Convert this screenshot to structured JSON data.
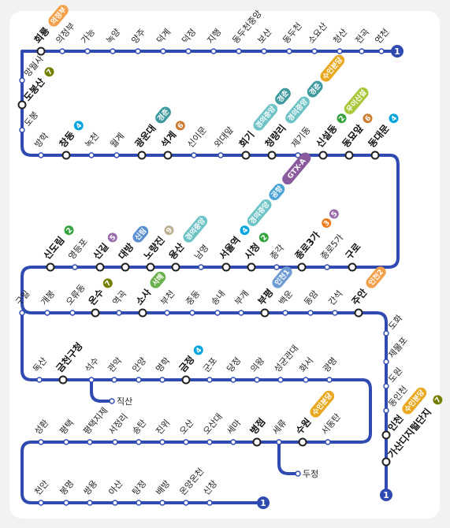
{
  "colors": {
    "line1": "#2f4ab1",
    "suin": "#e8a820",
    "gyeongchun": "#3f9aa0",
    "gyeongui": "#6ec3c6",
    "airport": "#4aa3d6",
    "gtxa": "#8a5a9e",
    "ui": "#a8c83a",
    "sinlim": "#5b8fd0",
    "incheon2": "#f2a14a",
    "seohae": "#6ab04c",
    "incheon1": "#6f9bd3",
    "l1": "#2f4ab1",
    "l2": "#33a23d",
    "l3": "#ef7c1c",
    "l4": "#00a5de",
    "l5": "#996cac",
    "l6": "#cd7c2f",
    "l7": "#747f00",
    "l9": "#bdb092"
  },
  "terminals": [
    {
      "label": "1"
    },
    {
      "label": "1"
    },
    {
      "label": "1"
    }
  ],
  "stations": [
    {
      "name": "회룡",
      "major": true,
      "badges": [
        {
          "text": "의정부",
          "color": "incheon2"
        }
      ]
    },
    {
      "name": "의정부",
      "major": false,
      "badges": []
    },
    {
      "name": "가능",
      "major": false,
      "badges": []
    },
    {
      "name": "녹양",
      "major": false,
      "badges": []
    },
    {
      "name": "양주",
      "major": false,
      "badges": []
    },
    {
      "name": "덕계",
      "major": false,
      "badges": []
    },
    {
      "name": "덕정",
      "major": false,
      "badges": []
    },
    {
      "name": "지행",
      "major": false,
      "badges": []
    },
    {
      "name": "동두천중앙",
      "major": false,
      "badges": []
    },
    {
      "name": "보산",
      "major": false,
      "badges": []
    },
    {
      "name": "동두천",
      "major": false,
      "badges": []
    },
    {
      "name": "소요산",
      "major": false,
      "badges": []
    },
    {
      "name": "청산",
      "major": false,
      "badges": []
    },
    {
      "name": "전곡",
      "major": false,
      "badges": []
    },
    {
      "name": "연천",
      "major": false,
      "badges": []
    },
    {
      "name": "망월사",
      "major": false,
      "badges": []
    },
    {
      "name": "도봉산",
      "major": true,
      "badges": [
        {
          "text": "7",
          "color": "l7",
          "circle": true
        }
      ]
    },
    {
      "name": "도봉",
      "major": false,
      "badges": []
    },
    {
      "name": "방학",
      "major": false,
      "badges": []
    },
    {
      "name": "창동",
      "major": true,
      "badges": [
        {
          "text": "4",
          "color": "l4",
          "circle": true
        }
      ]
    },
    {
      "name": "녹천",
      "major": false,
      "badges": []
    },
    {
      "name": "월계",
      "major": false,
      "badges": []
    },
    {
      "name": "광운대",
      "major": true,
      "badges": [
        {
          "text": "경춘",
          "color": "gyeongchun"
        }
      ]
    },
    {
      "name": "석계",
      "major": true,
      "badges": [
        {
          "text": "6",
          "color": "l6",
          "circle": true
        }
      ]
    },
    {
      "name": "신이문",
      "major": false,
      "badges": []
    },
    {
      "name": "외대앞",
      "major": false,
      "badges": []
    },
    {
      "name": "회기",
      "major": true,
      "badges": [
        {
          "text": "경의중앙",
          "color": "gyeongui"
        },
        {
          "text": "경춘",
          "color": "gyeongchun"
        }
      ]
    },
    {
      "name": "청량리",
      "major": true,
      "badges": [
        {
          "text": "경의중앙",
          "color": "gyeongui"
        },
        {
          "text": "경춘",
          "color": "gyeongchun"
        },
        {
          "text": "수인분당",
          "color": "suin"
        }
      ]
    },
    {
      "name": "제기동",
      "major": false,
      "badges": []
    },
    {
      "name": "신설동",
      "major": true,
      "badges": [
        {
          "text": "2",
          "color": "l2",
          "circle": true
        },
        {
          "text": "우이신설",
          "color": "ui"
        }
      ]
    },
    {
      "name": "동묘앞",
      "major": true,
      "badges": [
        {
          "text": "6",
          "color": "l6",
          "circle": true
        }
      ]
    },
    {
      "name": "동대문",
      "major": true,
      "badges": [
        {
          "text": "4",
          "color": "l4",
          "circle": true
        }
      ]
    },
    {
      "name": "신도림",
      "major": true,
      "badges": [
        {
          "text": "2",
          "color": "l2",
          "circle": true
        }
      ]
    },
    {
      "name": "영등포",
      "major": false,
      "badges": []
    },
    {
      "name": "신길",
      "major": true,
      "badges": [
        {
          "text": "5",
          "color": "l5",
          "circle": true
        }
      ]
    },
    {
      "name": "대방",
      "major": true,
      "badges": [
        {
          "text": "신림",
          "color": "sinlim"
        }
      ]
    },
    {
      "name": "노량진",
      "major": true,
      "badges": [
        {
          "text": "9",
          "color": "l9",
          "circle": true
        }
      ]
    },
    {
      "name": "용산",
      "major": true,
      "badges": [
        {
          "text": "경의중앙",
          "color": "gyeongui"
        }
      ]
    },
    {
      "name": "남영",
      "major": false,
      "badges": []
    },
    {
      "name": "서울역",
      "major": true,
      "badges": [
        {
          "text": "4",
          "color": "l4",
          "circle": true
        },
        {
          "text": "경의중앙",
          "color": "gyeongui"
        },
        {
          "text": "공항",
          "color": "airport"
        },
        {
          "text": "GTX-A",
          "color": "gtxa"
        }
      ]
    },
    {
      "name": "시청",
      "major": true,
      "badges": [
        {
          "text": "2",
          "color": "l2",
          "circle": true
        }
      ]
    },
    {
      "name": "종각",
      "major": false,
      "badges": []
    },
    {
      "name": "종로3가",
      "major": true,
      "badges": [
        {
          "text": "3",
          "color": "l3",
          "circle": true
        },
        {
          "text": "5",
          "color": "l5",
          "circle": true
        }
      ]
    },
    {
      "name": "종로5가",
      "major": false,
      "badges": []
    },
    {
      "name": "구로",
      "major": true,
      "badges": []
    },
    {
      "name": "구일",
      "major": false,
      "badges": []
    },
    {
      "name": "개봉",
      "major": false,
      "badges": []
    },
    {
      "name": "오류동",
      "major": false,
      "badges": []
    },
    {
      "name": "온수",
      "major": true,
      "badges": [
        {
          "text": "7",
          "color": "l7",
          "circle": true
        }
      ]
    },
    {
      "name": "역곡",
      "major": false,
      "badges": []
    },
    {
      "name": "소사",
      "major": true,
      "badges": [
        {
          "text": "서해",
          "color": "seohae"
        }
      ]
    },
    {
      "name": "부천",
      "major": false,
      "badges": []
    },
    {
      "name": "중동",
      "major": false,
      "badges": []
    },
    {
      "name": "송내",
      "major": false,
      "badges": []
    },
    {
      "name": "부개",
      "major": false,
      "badges": []
    },
    {
      "name": "부평",
      "major": true,
      "badges": [
        {
          "text": "인천1",
          "color": "incheon1"
        }
      ]
    },
    {
      "name": "백운",
      "major": false,
      "badges": []
    },
    {
      "name": "동암",
      "major": false,
      "badges": []
    },
    {
      "name": "간석",
      "major": false,
      "badges": []
    },
    {
      "name": "주안",
      "major": true,
      "badges": [
        {
          "text": "인천2",
          "color": "incheon2"
        }
      ]
    },
    {
      "name": "도화",
      "major": false,
      "badges": []
    },
    {
      "name": "제물포",
      "major": false,
      "badges": []
    },
    {
      "name": "도원",
      "major": false,
      "badges": []
    },
    {
      "name": "동인천",
      "major": false,
      "badges": []
    },
    {
      "name": "인천",
      "major": true,
      "badges": [
        {
          "text": "수인분당",
          "color": "suin"
        }
      ]
    },
    {
      "name": "가산디지털단지",
      "major": true,
      "badges": [
        {
          "text": "7",
          "color": "l7",
          "circle": true
        }
      ]
    },
    {
      "name": "독산",
      "major": false,
      "badges": []
    },
    {
      "name": "금천구청",
      "major": true,
      "badges": []
    },
    {
      "name": "석수",
      "major": false,
      "badges": []
    },
    {
      "name": "관악",
      "major": false,
      "badges": []
    },
    {
      "name": "안양",
      "major": false,
      "badges": []
    },
    {
      "name": "명학",
      "major": false,
      "badges": []
    },
    {
      "name": "금정",
      "major": true,
      "badges": [
        {
          "text": "4",
          "color": "l4",
          "circle": true
        }
      ]
    },
    {
      "name": "군포",
      "major": false,
      "badges": []
    },
    {
      "name": "당정",
      "major": false,
      "badges": []
    },
    {
      "name": "의왕",
      "major": false,
      "badges": []
    },
    {
      "name": "성균관대",
      "major": false,
      "badges": []
    },
    {
      "name": "화서",
      "major": false,
      "badges": []
    },
    {
      "name": "광명",
      "major": false,
      "badges": []
    },
    {
      "name": "직산",
      "major": false,
      "badges": []
    },
    {
      "name": "성환",
      "major": false,
      "badges": []
    },
    {
      "name": "평택",
      "major": false,
      "badges": []
    },
    {
      "name": "평택지제",
      "major": false,
      "badges": []
    },
    {
      "name": "서정리",
      "major": false,
      "badges": []
    },
    {
      "name": "송탄",
      "major": false,
      "badges": []
    },
    {
      "name": "진위",
      "major": false,
      "badges": []
    },
    {
      "name": "오산",
      "major": false,
      "badges": []
    },
    {
      "name": "오산대",
      "major": false,
      "badges": []
    },
    {
      "name": "세마",
      "major": false,
      "badges": []
    },
    {
      "name": "병점",
      "major": true,
      "badges": []
    },
    {
      "name": "세류",
      "major": false,
      "badges": []
    },
    {
      "name": "수원",
      "major": true,
      "badges": [
        {
          "text": "수인분당",
          "color": "suin"
        }
      ]
    },
    {
      "name": "서동탄",
      "major": false,
      "badges": []
    },
    {
      "name": "두정",
      "major": false,
      "badges": []
    },
    {
      "name": "천안",
      "major": false,
      "badges": []
    },
    {
      "name": "봉명",
      "major": false,
      "badges": []
    },
    {
      "name": "쌍용",
      "major": false,
      "badges": []
    },
    {
      "name": "아산",
      "major": false,
      "badges": []
    },
    {
      "name": "탕정",
      "major": false,
      "badges": []
    },
    {
      "name": "배방",
      "major": false,
      "badges": []
    },
    {
      "name": "온양온천",
      "major": false,
      "badges": []
    },
    {
      "name": "신창",
      "major": false,
      "badges": []
    }
  ]
}
